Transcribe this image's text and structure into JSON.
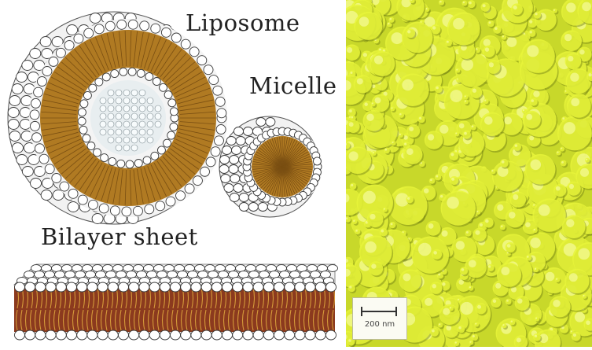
{
  "labels": {
    "liposome": "Liposome",
    "micelle": "Micelle",
    "bilayer": "Bilayer sheet"
  },
  "micrograph": {
    "scale_text": "200 nm"
  },
  "colors": {
    "head_fill": "#ffffff",
    "head_stroke": "#3a3a3a",
    "tail_fill": "#b07a22",
    "tail_line": "#7a4f12",
    "bilayer_core": "#8b3a1e",
    "micrograph_base": "#c8d82a",
    "micrograph_vesicle": "#e8f53a",
    "micrograph_shadow": "#6f7f12"
  }
}
